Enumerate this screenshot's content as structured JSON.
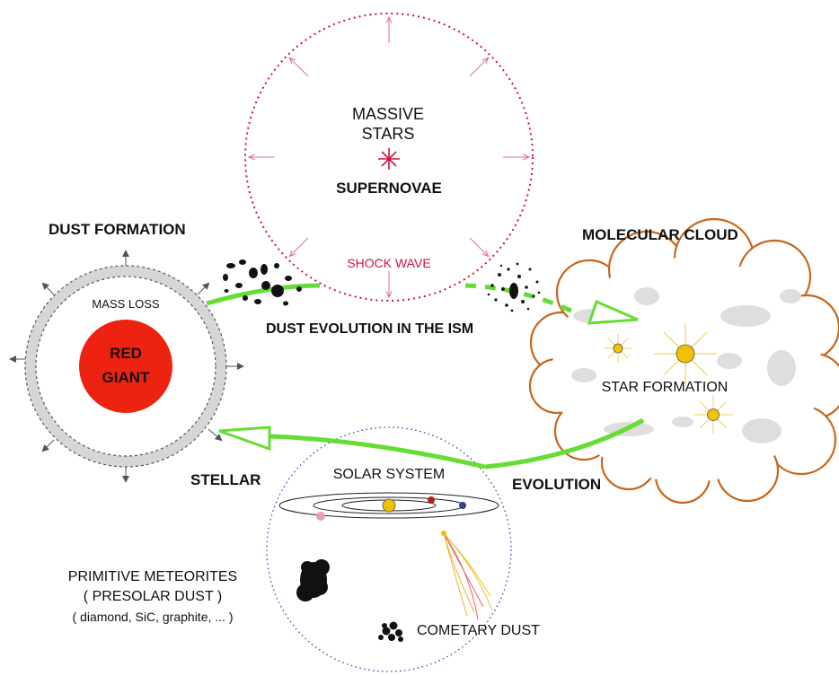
{
  "diagram": {
    "supernova": {
      "title_line1": "MASSIVE",
      "title_line2": "STARS",
      "subtitle": "SUPERNOVAE",
      "shock_label": "SHOCK WAVE"
    },
    "red_giant": {
      "heading": "DUST FORMATION",
      "shell_label": "MASS LOSS",
      "line1": "RED",
      "line2": "GIANT"
    },
    "ism": {
      "label": "DUST EVOLUTION IN THE ISM"
    },
    "cloud": {
      "heading": "MOLECULAR CLOUD",
      "inner_label": "STAR FORMATION"
    },
    "cycle": {
      "left_label": "STELLAR",
      "right_label": "EVOLUTION"
    },
    "solar_system": {
      "title": "SOLAR SYSTEM",
      "meteorites_line1": "PRIMITIVE METEORITES",
      "meteorites_line2": "( PRESOLAR DUST )",
      "meteorites_line3": "( diamond, SiC, graphite, ... )",
      "comet_label": "COMETARY DUST"
    },
    "colors": {
      "arrow": "#66dd33",
      "shock": "#d01040",
      "red_giant": "#ee2211",
      "cloud_outline": "#c8661a",
      "sun": "#f2c200"
    }
  }
}
